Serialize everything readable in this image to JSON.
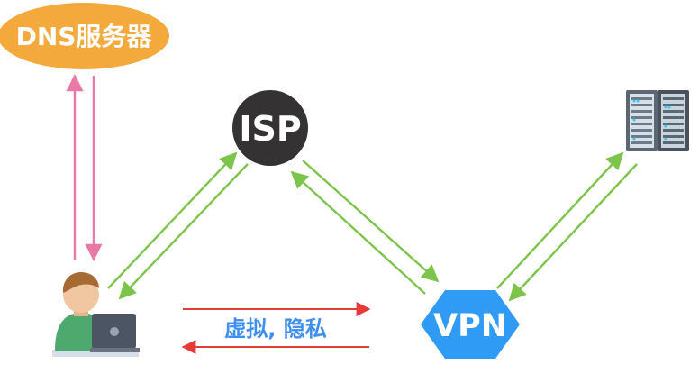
{
  "nodes": {
    "dns_server": {
      "label": "DNS服务器"
    },
    "isp": {
      "label": "ISP"
    },
    "vpn": {
      "label": "VPN"
    }
  },
  "annotations": {
    "virtual_privacy": "虚拟, 隐私"
  },
  "colors": {
    "dns_fill": "#F3A93B",
    "isp_fill": "#343233",
    "vpn_fill": "#2F9BF4",
    "green_arrow": "#7CC44A",
    "pink_arrow": "#E97AA8",
    "red_arrow": "#E43B39",
    "annotation_text": "#3E8FEF"
  }
}
